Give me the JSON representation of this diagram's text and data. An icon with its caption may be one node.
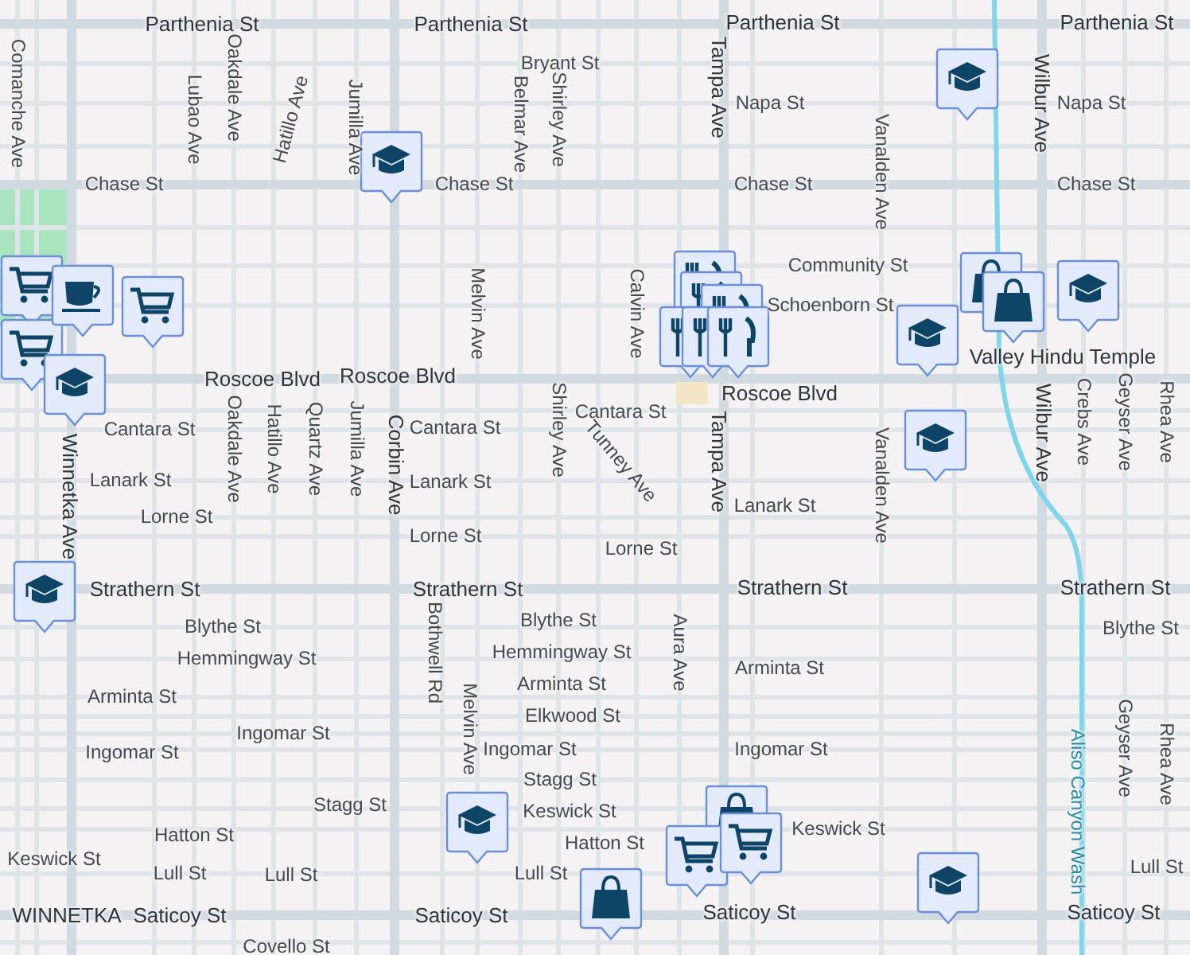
{
  "diagram": {
    "labels": [
      "Parthenia St",
      "Parthenia St",
      "Parthenia St",
      "Parthenia St",
      "Bryant St",
      "Comanche Ave",
      "Lubao Ave",
      "Oakdale Ave",
      "Hatillo Ave",
      "Jumilla Ave",
      "Belmar Ave",
      "Shirley Ave",
      "Tampa Ave",
      "Napa St",
      "Napa St",
      "Vanalden Ave",
      "Wilbur Ave",
      "Chase St",
      "Chase St",
      "Chase St",
      "Chase St",
      "Melvin Ave",
      "Calvin Ave",
      "Community St",
      "Schoenborn St",
      "Roscoe Blvd",
      "Roscoe Blvd",
      "Roscoe Blvd",
      "Valley Hindu Temple",
      "Crebs Ave",
      "Geyser Ave",
      "Rhea Ave",
      "Oakdale Ave",
      "Hatillo Ave",
      "Quartz Ave",
      "Jumilla Ave",
      "Corbin Ave",
      "Shirley Ave",
      "Cantara St",
      "Cantara St",
      "Cantara St",
      "Tunney Ave",
      "Tampa Ave",
      "Vanalden Ave",
      "Wilbur Ave",
      "Winnetka Ave",
      "Lanark St",
      "Lanark St",
      "Lanark St",
      "Lorne St",
      "Lorne St",
      "Lorne St",
      "Strathern St",
      "Strathern St",
      "Strathern St",
      "Strathern St",
      "Blythe St",
      "Blythe St",
      "Blythe St",
      "Bothwell Rd",
      "Aura Ave",
      "Hemmingway St",
      "Hemmingway St",
      "Arminta St",
      "Arminta St",
      "Arminta St",
      "Elkwood St",
      "Ingomar St",
      "Ingomar St",
      "Ingomar St",
      "Ingomar St",
      "Melvin Ave",
      "Aliso Canyon Wash",
      "Geyser Ave",
      "Rhea Ave",
      "Stagg St",
      "Stagg St",
      "Keswick St",
      "Keswick St",
      "Keswick St",
      "Hatton St",
      "Hatton St",
      "Lull St",
      "Lull St",
      "Lull St",
      "Lull St",
      "WINNETKA",
      "Saticoy St",
      "Saticoy St",
      "Saticoy St",
      "Saticoy St",
      "Covello St"
    ]
  }
}
